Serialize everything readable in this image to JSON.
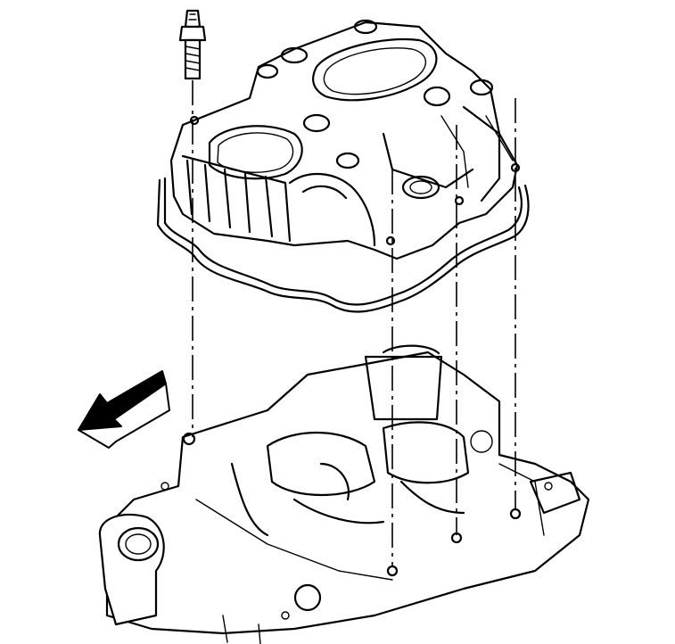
{
  "diagram": {
    "parts": [
      {
        "name": "mounting-bolt"
      },
      {
        "name": "upper-intake-manifold"
      },
      {
        "name": "manifold-gasket"
      },
      {
        "name": "lower-intake-manifold"
      }
    ],
    "direction_indicator": "front-arrow",
    "alignment_lines": 4
  },
  "colors": {
    "line": "#000000",
    "background": "#ffffff"
  }
}
